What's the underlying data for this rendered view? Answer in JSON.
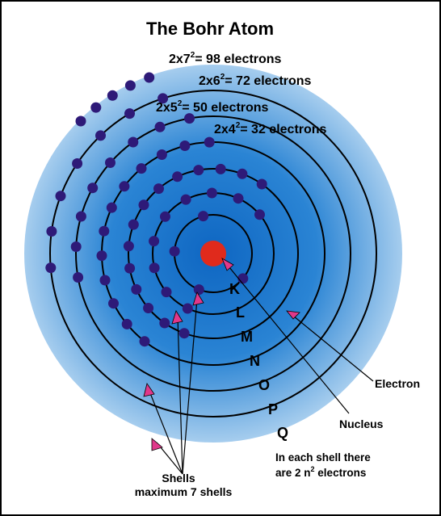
{
  "title": "The Bohr Atom",
  "formulas": [
    {
      "base": "2x7",
      "exp": "2",
      "rest": "= 98 electrons"
    },
    {
      "base": "2x6",
      "exp": "2",
      "rest": "= 72 electrons"
    },
    {
      "base": "2x5",
      "exp": "2",
      "rest": "= 50 electrons"
    },
    {
      "base": "2x4",
      "exp": "2",
      "rest": "= 32 electrons"
    }
  ],
  "shell_letters": [
    "K",
    "L",
    "M",
    "N",
    "O",
    "P",
    "Q"
  ],
  "labels": {
    "electron": "Electron",
    "nucleus": "Nucleus",
    "shells_line1": "Shells",
    "shells_line2": "maximum 7 shells",
    "rule_line1": "In each shell there",
    "rule_line2_a": "are 2 n",
    "rule_line2_sup": "2",
    "rule_line2_b": " electrons"
  },
  "colors": {
    "atom_outer": "#a6cdee",
    "atom_inner": "#0e66c2",
    "nucleus": "#e02a1c",
    "electron": "#2e1a78",
    "arrow_head": "#e0388a",
    "shell_line": "#000000"
  }
}
